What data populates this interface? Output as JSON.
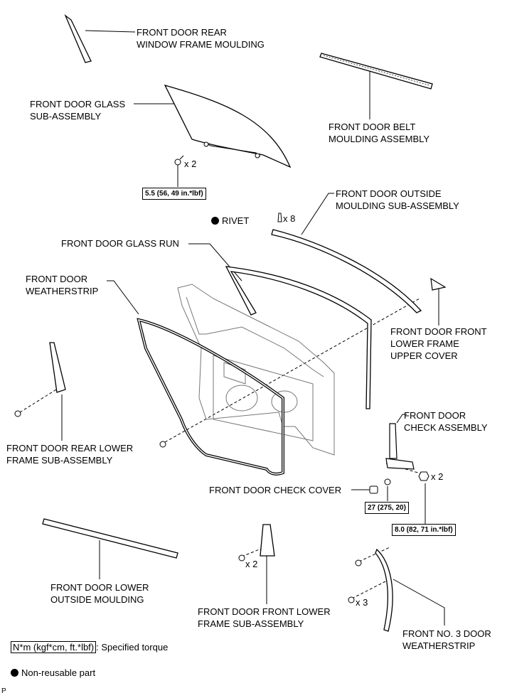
{
  "labels": {
    "rear_window_frame_moulding": "FRONT DOOR REAR\nWINDOW FRAME MOULDING",
    "belt_moulding": "FRONT DOOR BELT\nMOULDING ASSEMBLY",
    "glass_sub_assembly": "FRONT DOOR GLASS\nSUB-ASSEMBLY",
    "outside_moulding": "FRONT DOOR OUTSIDE\nMOULDING SUB-ASSEMBLY",
    "rivet": "RIVET",
    "glass_run": "FRONT DOOR GLASS RUN",
    "weatherstrip": "FRONT DOOR\nWEATHERSTRIP",
    "front_lower_frame_upper_cover": "FRONT DOOR FRONT\nLOWER FRAME\nUPPER COVER",
    "check_assembly": "FRONT DOOR\nCHECK ASSEMBLY",
    "rear_lower_frame": "FRONT DOOR REAR LOWER\nFRAME SUB-ASSEMBLY",
    "check_cover": "FRONT DOOR CHECK COVER",
    "lower_outside_moulding": "FRONT DOOR LOWER\nOUTSIDE MOULDING",
    "front_lower_frame": "FRONT DOOR FRONT LOWER\nFRAME SUB-ASSEMBLY",
    "no3_weatherstrip": "FRONT NO. 3 DOOR\nWEATHERSTRIP"
  },
  "torques": {
    "glass_bolt": "5.5 (56, 49 in.*lbf)",
    "check_bolt": "27 (275, 20)",
    "check_nut": "8.0 (82, 71 in.*lbf)"
  },
  "quantities": {
    "glass_bolts": "x 2",
    "rivets": "x 8",
    "check_nuts": "x 2",
    "front_lower_frame_bolts": "x 2",
    "weatherstrip_clips": "x 3"
  },
  "legend": {
    "torque_unit": "N*m (kgf*cm, ft.*lbf)",
    "torque_text": ": Specified torque",
    "non_reusable": "Non-reusable part"
  },
  "footer_code": "P"
}
